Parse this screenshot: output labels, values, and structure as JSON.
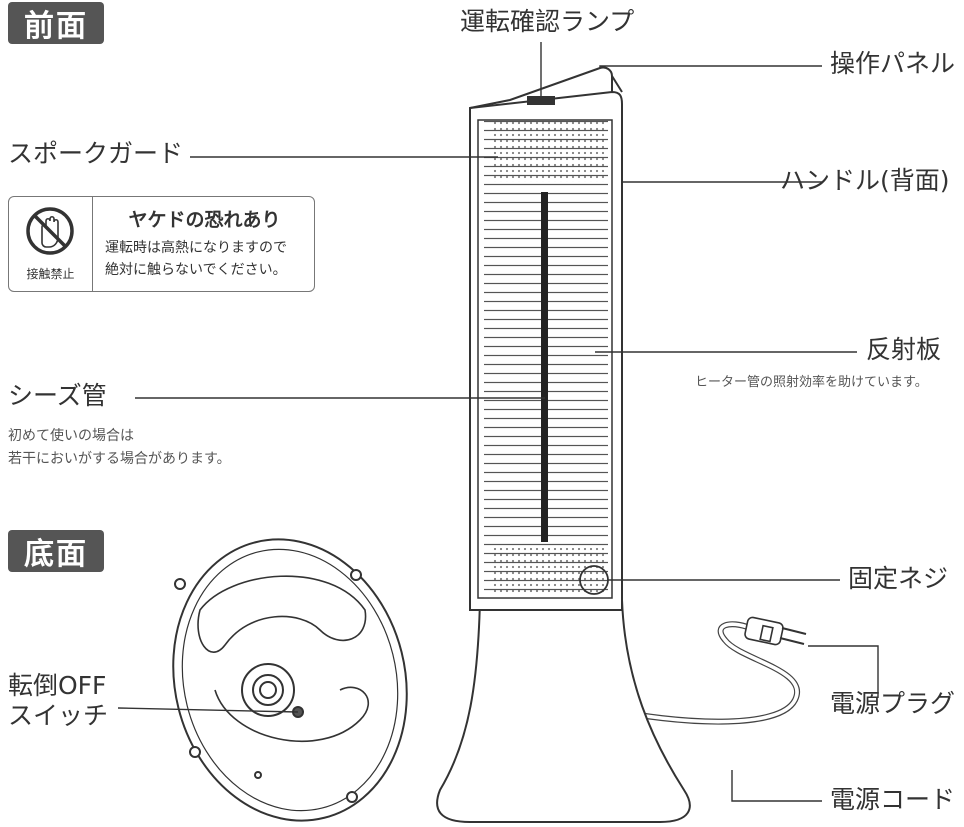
{
  "sections": {
    "front": "前面",
    "bottom": "底面"
  },
  "labels": {
    "indicator_lamp": "運転確認ランプ",
    "control_panel": "操作パネル",
    "spoke_guard": "スポークガード",
    "handle": "ハンドル(背面)",
    "reflector": "反射板",
    "reflector_note": "ヒーター管の照射効率を助けています。",
    "sheathed_tube": "シーズ管",
    "sheathed_note_1": "初めて使いの場合は",
    "sheathed_note_2": "若干においがする場合があります。",
    "fixing_screw": "固定ネジ",
    "power_plug": "電源プラグ",
    "power_cord": "電源コード",
    "tip_over_switch_1": "転倒OFF",
    "tip_over_switch_2": "スイッチ"
  },
  "warning": {
    "title": "ヤケドの恐れあり",
    "line1": "運転時は高熱になりますので",
    "line2": "絶対に触らないでください。",
    "icon_label": "接触禁止",
    "icon": "no-touch-icon"
  },
  "colors": {
    "badge": "#555555",
    "line": "#333333"
  }
}
